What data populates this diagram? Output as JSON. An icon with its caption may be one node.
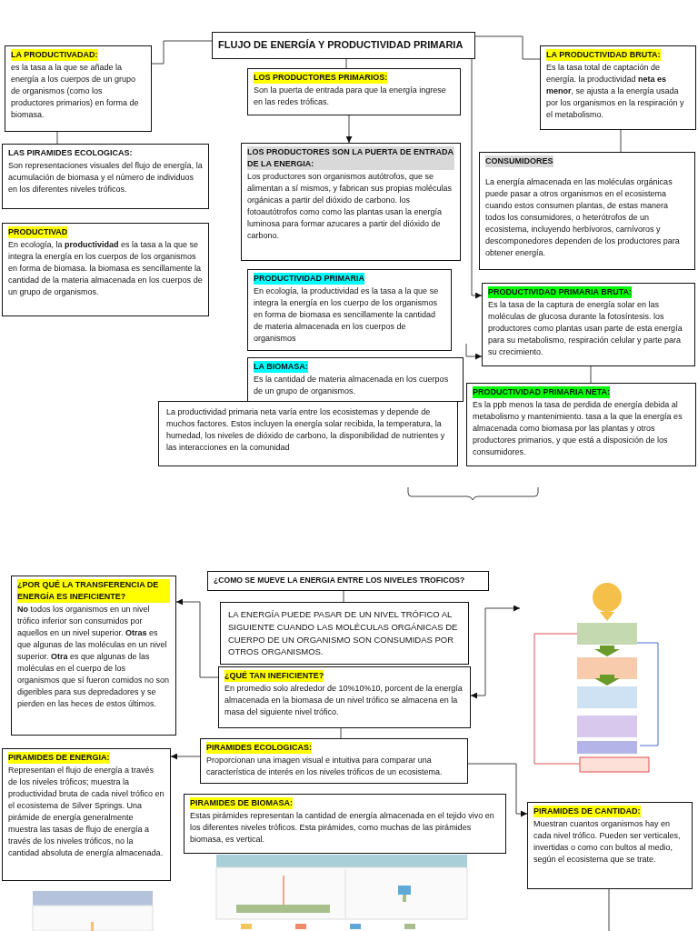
{
  "diagram": {
    "nodes": [
      {
        "text": [
          "FLUJO DE ENERGÍA Y PRODUCTIVIDAD PRIMARIA"
        ]
      },
      {
        "text": [
          "LA PRODUCTIVADAD:",
          "es la tasa a la que se añade la energía a los cuerpos de un grupo de organismos (como los productores primarios) en forma de biomasa."
        ]
      },
      {
        "text": [
          "LOS PRODUCTORES PRIMARIOS:",
          "Son la puerta de entrada para que la energía ingrese en las redes tróficas."
        ]
      },
      {
        "text": [
          "LA PRODUCTIVIDAD BRUTA:",
          "Es la tasa total de captación de energía. la productividad **neta es menor**, se ajusta a la energía usada por los organismos en la respiración y el metabolismo."
        ]
      },
      {
        "text": [
          "LAS PIRAMIDES ECOLOGICAS:",
          "Son representaciones visuales del flujo de energía, la acumulación de biomasa y el número de individuos en los diferentes niveles tróficos."
        ]
      },
      {
        "text": [
          "LOS PRODUCTORES SON LA PUERTA DE ENTRADA DE LA ENERGIA:",
          "Los productores son organismos autótrofos, que se alimentan a sí mismos, y fabrican sus propias moléculas orgánicas a partir del dióxido de carbono. los fotoautótrofos como como las plantas usan la energía luminosa para formar azucares a partir del dióxido de carbono."
        ]
      },
      {
        "text": [
          "CONSUMIDORES",
          "La energía almacenada en las moléculas orgánicas puede pasar a otros organismos en el ecosistema cuando estos consumen plantas, de estas manera todos los consumidores, o heterótrofos de un ecosistema, incluyendo herbívoros, carnívoros y descomponedores dependen de los productores para obtener energía."
        ]
      },
      {
        "text": [
          "PRODUCTIVAD",
          "En ecología, la **productividad** es la tasa a la que se integra la energía en los cuerpos de los organismos en forma de biomasa. la biomasa es sencillamente la cantidad de la materia almacenada en los cuerpos de un grupo de organismos."
        ]
      },
      {
        "text": [
          "PRODUCTIVIDAD PRIMARIA",
          "En ecología, la productividad es la tasa a la que se integra la energía en los cuerpo de los organismos en forma de biomasa es sencillamente la cantidad de materia almacenada en los cuerpos de organismos"
        ]
      },
      {
        "text": [
          "PRODUCTIVIDAD PRIMARIA BRUTA:",
          "Es la tasa de la captura de energía solar en las moléculas de glucosa durante la fotosíntesis. los productores como plantas usan parte de esta energía para su metabolismo, respiración celular y parte para su crecimiento."
        ]
      },
      {
        "text": [
          "LA BIOMASA:",
          "Es la cantidad de materia almacenada en los cuerpos de un grupo de organismos."
        ]
      },
      {
        "text": [
          "La productividad primaria neta varía entre los ecosistemas y depende de muchos factores. Estos incluyen la energía solar recibida, la temperatura, la humedad, los niveles de dióxido de carbono, la disponibilidad de nutrientes y las interacciones en la comunidad"
        ]
      },
      {
        "text": [
          "PRODUCTIVIDAD PRIMARIA NETA:",
          "Es la ppb menos la tasa de perdida de energía debida al metabolismo y mantenimiento. tasa a la que la energía es almacenada como biomasa por las plantas y otros productores primarios, y que está a disposición de los consumidores."
        ]
      },
      {
        "text": [
          "¿POR QUÉ LA TRANSFERENCIA DE ENERGÍA ES INEFICIENTE?",
          "**No** todos los organismos en un nivel trófico inferior son consumidos por aquellos en un nivel superior. **Otras** es que algunas de las moléculas en un nivel superior. **Otra** es que algunas de las moléculas en el cuerpo de los organismos que sí fueron comidos no son digeribles para sus depredadores y se pierden en las heces de estos últimos."
        ]
      },
      {
        "text": [
          "¿COMO SE MUEVE LA ENERGIA ENTRE LOS NIVELES TROFICOS?"
        ]
      },
      {
        "text": [
          "LA ENERGÍA PUEDE PASAR DE UN NIVEL TRÓFICO AL SIGUIENTE CUANDO LAS MOLÉCULAS ORGÁNICAS DE CUERPO DE UN ORGANISMO SON CONSUMIDAS POR OTROS ORGANISMOS."
        ]
      },
      {
        "text": [
          "¿QUÉ TAN INEFICIENTE?",
          "En promedio solo alrededor de 10%10%10, porcent de la energía almacenada en la biomasa de un nivel trófico se almacena en la masa del siguiente nivel trófico."
        ]
      },
      {
        "text": [
          "PIRAMIDES DE ENERGIA:",
          "Representan el flujo de energía a través de los niveles tróficos; muestra la productividad bruta de cada nivel trófico en el ecosistema de Silver Springs. Una pirámide de energía generalmente muestra las tasas de flujo de energía a través de los niveles tróficos, no la cantidad absoluta de energía almacenada."
        ]
      },
      {
        "text": [
          "PIRAMIDES ECOLOGICAS:",
          "Proporcionan una imagen visual e intuitiva para comparar una característica de interés en los niveles tróficos de un ecosistema."
        ]
      },
      {
        "text": [
          "PIRAMIDES DE BIOMASA:",
          "Estas pirámides representan la cantidad de energía almacenada en el tejido vivo en los diferentes niveles tróficos. Esta pirámides, como muchas de las pirámides biomasa, es vertical."
        ]
      },
      {
        "text": [
          "PIRAMIDES DE CANTIDAD:",
          "Muestran cuantos organismos hay en cada nivel trófico. Pueden ser verticales, invertidas o como con bultos al medio, según el ecosistema que se trate."
        ]
      },
      {
        "text": [],
        "shape": "picture"
      }
    ],
    "edges": [
      {
        "from": 0,
        "to": 1,
        "arrow": "none"
      },
      {
        "from": 0,
        "to": 3,
        "arrow": "none"
      },
      {
        "from": 0,
        "to": 2,
        "arrow": "none"
      },
      {
        "from": 2,
        "to": 5,
        "arrow": "to"
      },
      {
        "from": 1,
        "to": 4,
        "arrow": "none"
      },
      {
        "from": 3,
        "to": 6,
        "arrow": "none"
      },
      {
        "from": 0,
        "to": 9,
        "arrow": "to"
      },
      {
        "from": null,
        "to": 9,
        "arrow": "to"
      },
      {
        "from": 9,
        "to": 12,
        "arrow": "none"
      },
      {
        "from": 14,
        "to": 15,
        "arrow": "none"
      },
      {
        "from": 16,
        "to": 13,
        "arrow": "to"
      },
      {
        "from": 16,
        "to": 21,
        "arrow": "both"
      },
      {
        "from": 16,
        "to": 18,
        "arrow": "none"
      },
      {
        "from": 18,
        "to": 17,
        "arrow": "to"
      },
      {
        "from": 18,
        "to": 20,
        "arrow": "to"
      },
      {
        "from": 20,
        "to": null,
        "arrow": "none"
      }
    ]
  }
}
